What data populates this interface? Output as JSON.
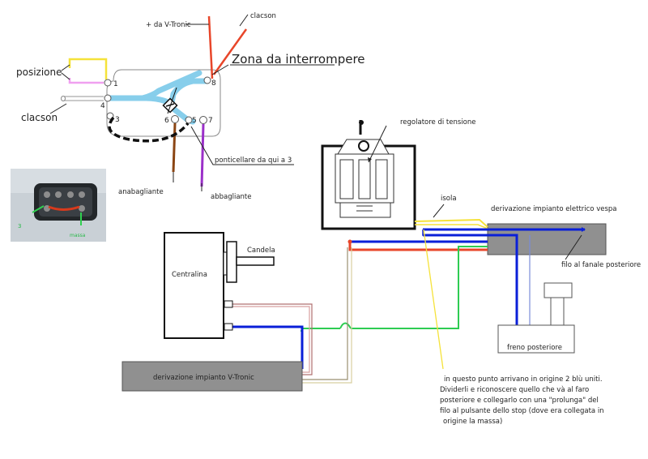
{
  "labels": {
    "da_vtronic": "+ da V-Tronic",
    "clacson_top": "clacson",
    "zona": "Zona da interrompere",
    "posizione": "posizione",
    "clacson_left": "clacson",
    "ponticellare": "ponticellare da qui a 3",
    "anabagliante": "anabagliante",
    "abbagliante": "abbagliante",
    "regolatore": "regolatore di tensione",
    "isola": "isola",
    "derivazione_vespa": "derivazione impianto elettrico vespa",
    "filo_fanale": "filo al fanale posteriore",
    "candela": "Candela",
    "centralina": "Centralina",
    "freno": "freno posteriore",
    "derivazione_vtronic": "derivazione impianto V-Tronic",
    "note": [
      "in questo punto arrivano in origine 2 blù uniti.",
      "Dividerli e riconoscere quello che và al faro",
      "posteriore e collegarlo con una \"prolunga\" del",
      "filo al pulsante dello stop (dove era collegata in",
      "origine la massa)"
    ]
  },
  "pins": [
    "1",
    "4",
    "3",
    "8",
    "6",
    "5",
    "7"
  ],
  "photo": {
    "tag_left": "3",
    "tag_right": "massa"
  },
  "colors": {
    "blue_wire": "#87ceeb",
    "red_wire": "#e8462a",
    "yellow_wire": "#f5e23a",
    "pink_wire": "#f0a0f0",
    "brown_wire": "#8b4513",
    "purple_wire": "#9b30c9",
    "dark_blue": "#0a1fd8",
    "green_wire": "#2ecc52",
    "box_gray": "#909090"
  }
}
